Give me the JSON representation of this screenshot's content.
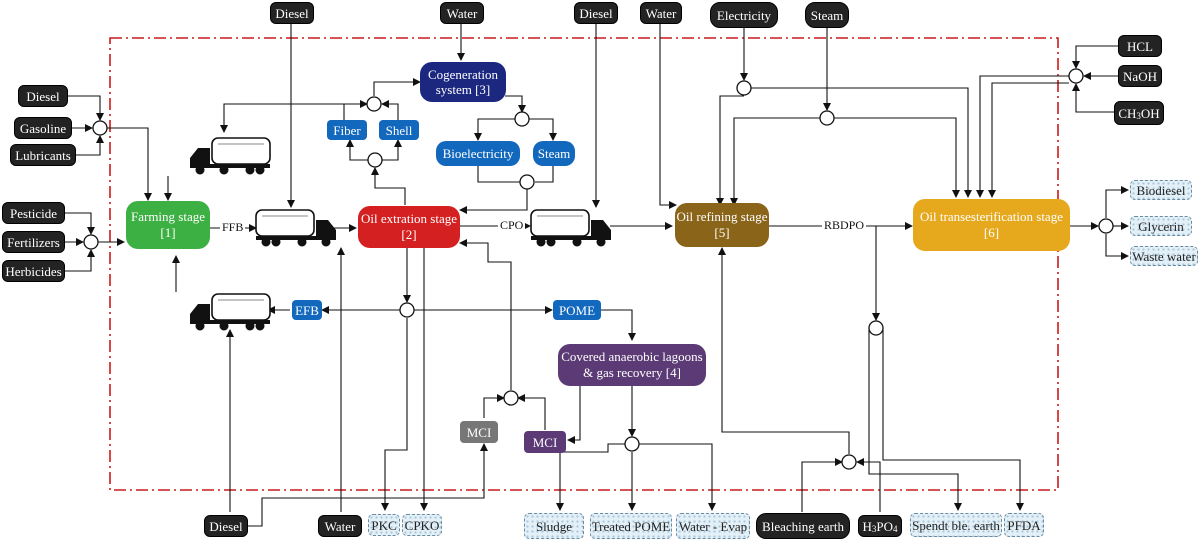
{
  "inputs": {
    "diesel_top_1": "Diesel",
    "water_top_1": "Water",
    "diesel_top_2": "Diesel",
    "water_top_2": "Water",
    "electricity": "Electricity",
    "steam_top": "Steam",
    "diesel_left": "Diesel",
    "gasoline": "Gasoline",
    "lubricants": "Lubricants",
    "pesticide": "Pesticide",
    "fertilizers": "Fertilizers",
    "herbicides": "Herbicides",
    "hcl": "HCL",
    "naoh": "NaOH",
    "ch3oh": "CH3OH",
    "diesel_bottom": "Diesel",
    "water_bottom": "Water",
    "bleaching_earth": "Bleaching earth",
    "h3po4": "H3PO4"
  },
  "stages": {
    "farming": "Farming stage [1]",
    "extraction": "Oil extration stage [2]",
    "cogeneration": "Cogeneration system [3]",
    "lagoons": "Covered anaerobic lagoons & gas recovery [4]",
    "refining": "Oil refining stage [5]",
    "transesterification": "Oil transesterification stage [6]"
  },
  "intermediates": {
    "fiber": "Fiber",
    "shell": "Shell",
    "bioelectricity": "Bioelectricity",
    "steam": "Steam",
    "efb": "EFB",
    "pome": "POME",
    "mci_1": "MCI",
    "mci_2": "MCI"
  },
  "outputs": {
    "biodiesel": "Biodiesel",
    "glycerin": "Glycerin",
    "waste_water": "Waste water",
    "pkc": "PKC",
    "cpko": "CPKO",
    "sludge": "Sludge",
    "treated_pome": "Treated POME",
    "water_evap": "Water - Evap",
    "spendt_earth": "Spendt ble. earth",
    "pfda": "PFDA"
  },
  "flow_labels": {
    "ffb": "FFB",
    "cpo": "CPO",
    "rbdpo": "RBDPO"
  },
  "colors": {
    "boundary": "#cc1a1a",
    "farming": "#3cb043",
    "extraction": "#d42020",
    "refining": "#8a6418",
    "transesterification": "#e6a91e",
    "cogeneration": "#1c2880",
    "lagoons": "#5c3a75",
    "intermediate": "#1268bd"
  }
}
